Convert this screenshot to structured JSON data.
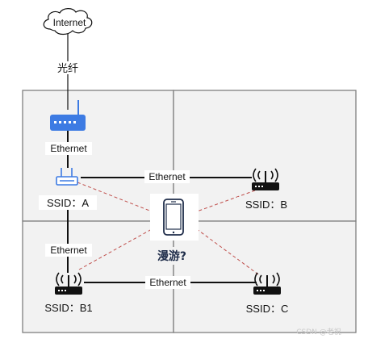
{
  "cloud": {
    "label": "Internet"
  },
  "uplink": {
    "label": "光纤"
  },
  "links": {
    "router_to_ap_a": "Ethernet",
    "ap_a_to_ap_b": "Ethernet",
    "ap_a_to_ap_b1": "Ethernet",
    "ap_b1_to_ap_c": "Ethernet"
  },
  "access_points": {
    "a": {
      "label": "SSID：A"
    },
    "b": {
      "label": "SSID：B"
    },
    "b1": {
      "label": "SSID：B1"
    },
    "c": {
      "label": "SSID：C"
    }
  },
  "client": {
    "label": "漫游?",
    "icon": "smartphone-icon"
  },
  "watermark": "CSDN @老祝",
  "colors": {
    "room_fill": "#f2f2f2",
    "room_border": "#7f7f7f",
    "router_blue": "#3d7be3",
    "roaming_line": "#c0504d"
  }
}
